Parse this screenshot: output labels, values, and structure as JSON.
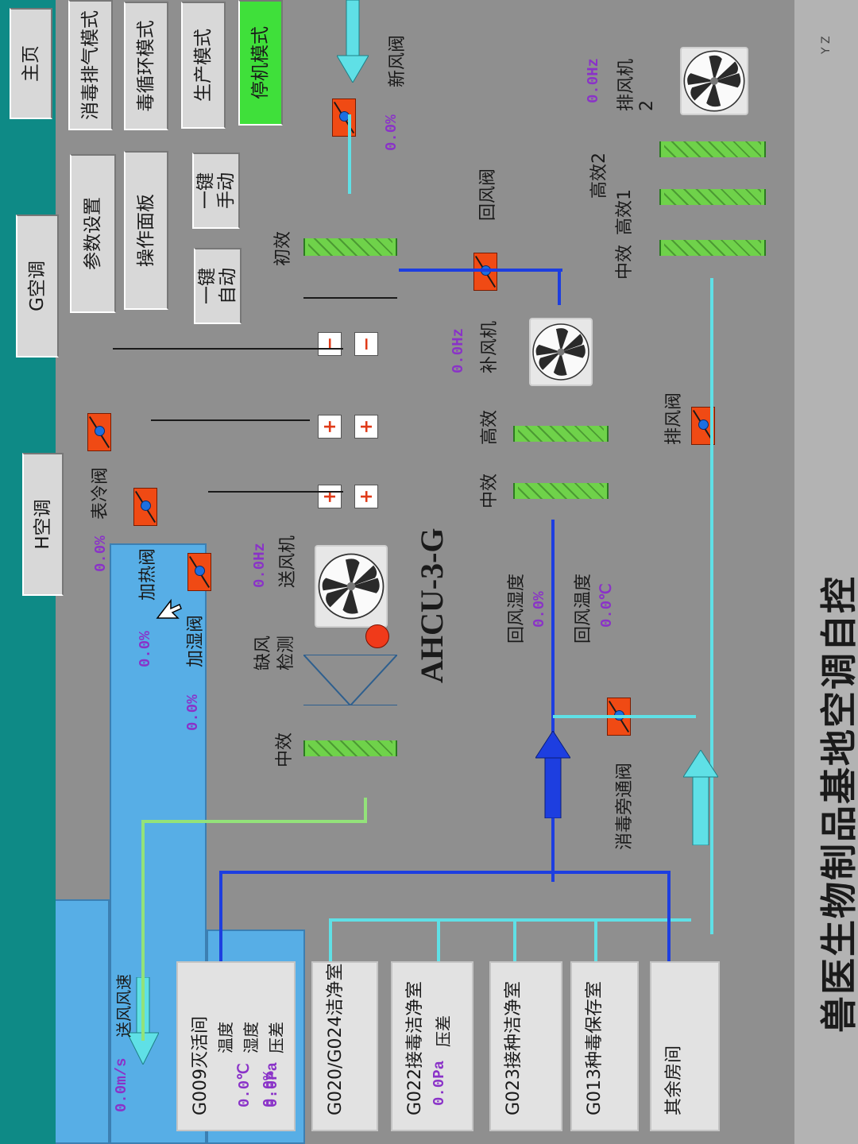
{
  "title": "兽医生物制品基地空调自控",
  "unit_name": "AHCU-3-G",
  "top_right_fragment": "Y Z",
  "nav": {
    "home": "主页",
    "g_ac": "G空调",
    "h_ac": "H空调"
  },
  "modes": {
    "stop": "停机模式",
    "production": "生产模式",
    "disinfect_cycle": "毒循环模式",
    "disinfect_exhaust": "消毒排气模式",
    "one_key_manual": "一键\n手动",
    "one_key_auto": "一键\n自动",
    "operation_panel": "操作面板",
    "parameter_settings": "参数设置"
  },
  "labels": {
    "exhaust_fan_2": "排风机\n2",
    "exhaust_fan_2_freq": "0.0Hz",
    "hepa_2": "高效2",
    "hepa_1": "高效1",
    "medium_eff_top": "中效",
    "fresh_air_valve": "新风阀",
    "fresh_air_valve_pct": "0.0%",
    "return_air_valve": "回风阀",
    "makeup_fan": "补风机",
    "makeup_fan_freq": "0.0Hz",
    "makeup_hepa": "高效",
    "makeup_medium": "中效",
    "exhaust_valve": "排风阀",
    "primary_eff": "初效",
    "supply_fan": "送风机",
    "supply_fan_freq": "0.0Hz",
    "missing_air_detect": "缺风\n检测",
    "medium_eff_bottom": "中效",
    "return_temp": "回风温度",
    "return_temp_val": "0.0℃",
    "return_humidity": "回风湿度",
    "return_humidity_val": "0.0%",
    "disinfect_bypass": "消毒旁通阀",
    "cooling_valve": "表冷阀",
    "cooling_valve_pct": "0.0%",
    "heating_valve": "加热阀",
    "heating_valve_pct": "0.0%",
    "humid_valve": "加湿阀",
    "humid_valve_pct": "0.0%",
    "supply_velocity": "送风风速",
    "supply_velocity_val": "0.0m/s",
    "coil_minus": "−",
    "coil_plus": "+"
  },
  "rooms": [
    {
      "name": "G009灭活间",
      "rows": [
        {
          "label": "温度",
          "value": "0.0℃"
        },
        {
          "label": "湿度",
          "value": "0.0%"
        },
        {
          "label": "压差",
          "value": "0.0Pa"
        }
      ]
    },
    {
      "name": "G020/G024洁净室",
      "rows": []
    },
    {
      "name": "G022接毒洁净室",
      "rows": [
        {
          "label": "压差",
          "value": "0.0Pa"
        }
      ]
    },
    {
      "name": "G023接种洁净室",
      "rows": []
    },
    {
      "name": "G013种毒保存室",
      "rows": []
    },
    {
      "name": "其余房间",
      "rows": []
    }
  ],
  "colors": {
    "valve": "#f04a14",
    "filter": "#6fd24a",
    "duct_box": "#57aee6",
    "active_mode": "#3fe03a",
    "value_text": "#8a32c8",
    "return_pipe": "#1d3ee0",
    "exhaust_pipe": "#5fe0e6",
    "supply_pipe": "#93e27a"
  }
}
